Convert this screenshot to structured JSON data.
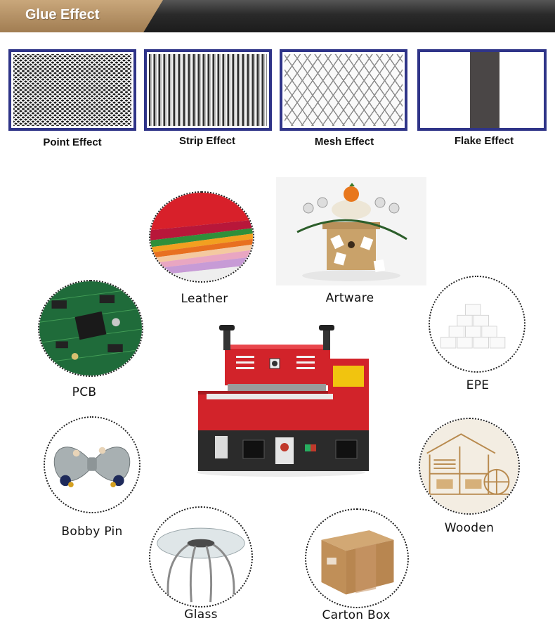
{
  "header": {
    "title": "Glue Effect"
  },
  "effects": [
    {
      "label": "Point Effect",
      "icon": "point-pattern"
    },
    {
      "label": "Strip Effect",
      "icon": "strip-pattern"
    },
    {
      "label": "Mesh Effect",
      "icon": "mesh-pattern"
    },
    {
      "label": "Flake Effect",
      "icon": "flake-pattern"
    }
  ],
  "materials": {
    "leather": "Leather",
    "artware": "Artware",
    "pcb": "PCB",
    "epe": "EPE",
    "bobby_pin": "Bobby Pin",
    "wooden": "Wooden",
    "glass": "Glass",
    "carton_box": "Carton Box"
  },
  "colors": {
    "banner_tab": "#b08a5e",
    "banner_dark": "#2a2a2a",
    "effect_border": "#2f3488",
    "machine_red": "#d2232a"
  }
}
